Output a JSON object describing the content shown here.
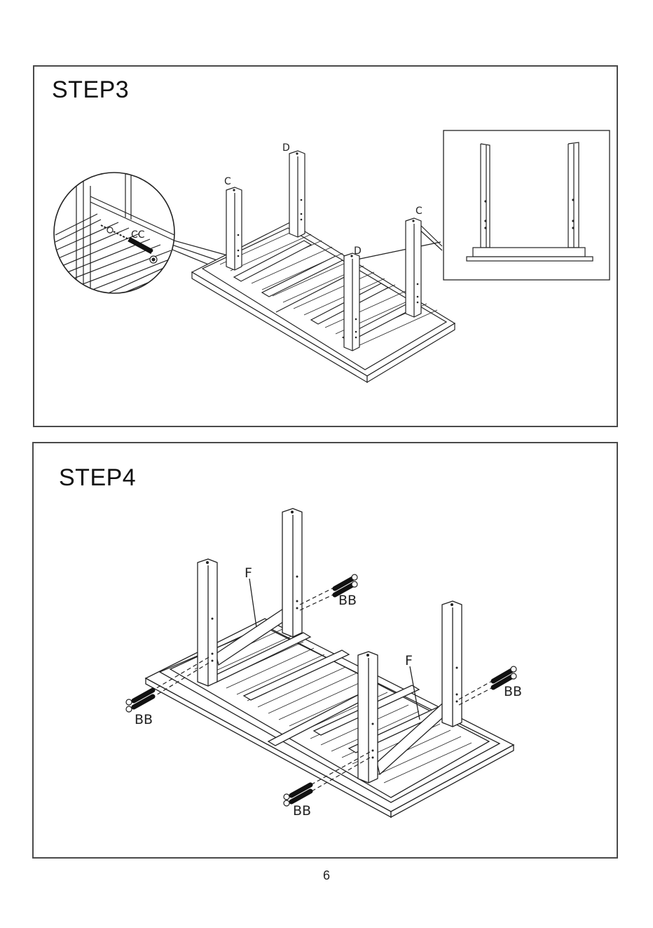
{
  "step3": {
    "title": "STEP3",
    "labels": {
      "cc": "CC",
      "c_left": "C",
      "d_back": "D",
      "c_right": "C",
      "d_front": "D"
    }
  },
  "step4": {
    "title": "STEP4",
    "labels": {
      "f_left": "F",
      "f_right": "F",
      "bb_top_right": "BB",
      "bb_right": "BB",
      "bb_left": "BB",
      "bb_bottom": "BB"
    }
  },
  "page_number": "6"
}
